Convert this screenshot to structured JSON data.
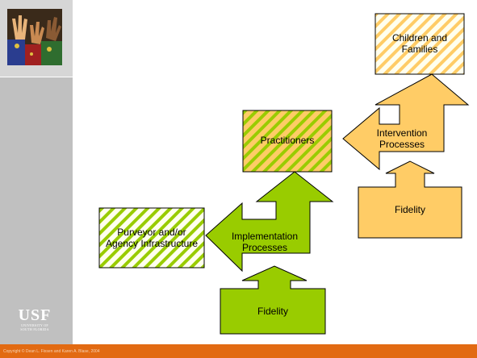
{
  "footer": {
    "copyright": "Copyright © Dean L. Fixsen and Karen A. Blase, 2004"
  },
  "logo": {
    "letters": "USF",
    "sub_line1": "UNIVERSITY OF",
    "sub_line2": "SOUTH FLORIDA"
  },
  "diagram": {
    "children_families": "Children and Families",
    "practitioners": "Practitioners",
    "intervention_processes": "Intervention Processes",
    "fidelity_top": "Fidelity",
    "purveyor": "Purveyor and/or Agency Infrastructure",
    "implementation_processes": "Implementation Processes",
    "fidelity_bottom": "Fidelity"
  },
  "colors": {
    "orange": "#ffcc66",
    "green": "#99cc00",
    "stripe_light": "#ffffcc",
    "footer": "#e26a12"
  }
}
